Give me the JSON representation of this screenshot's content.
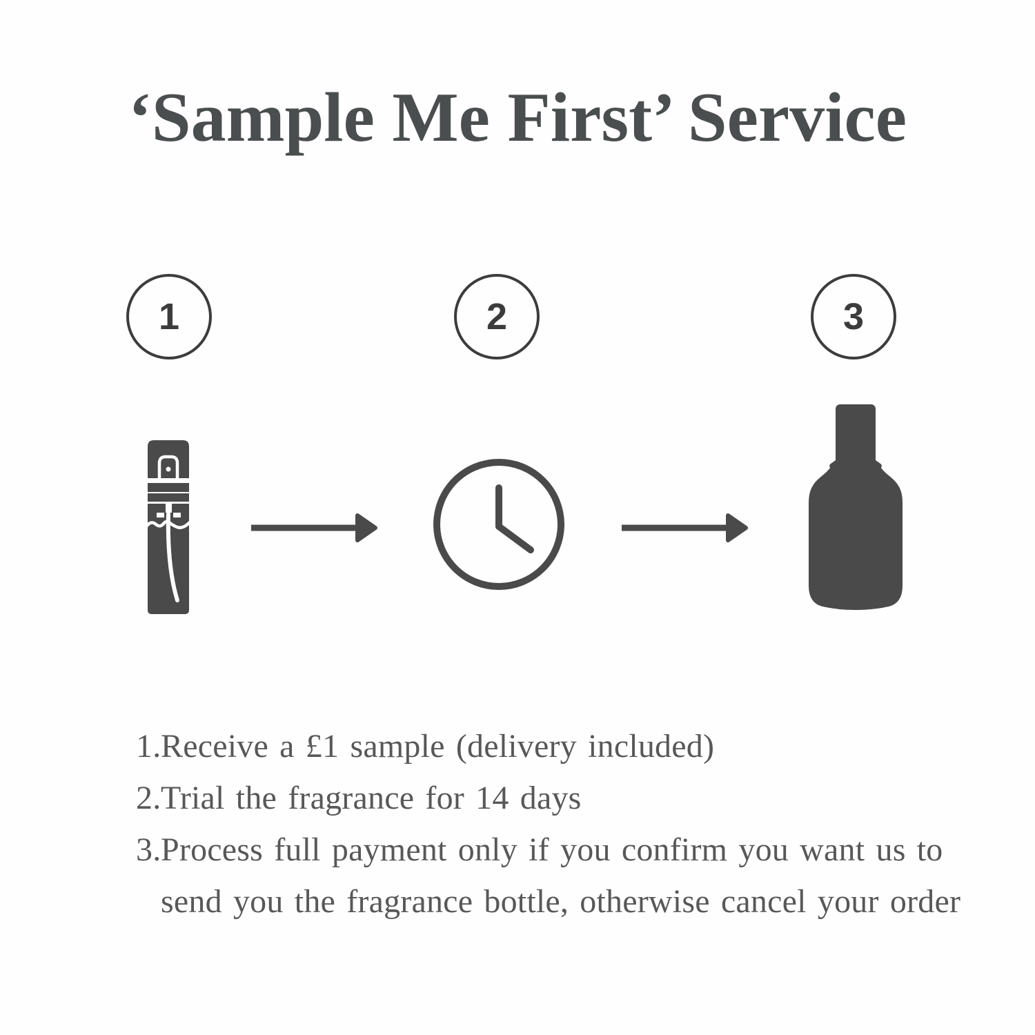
{
  "title": "‘Sample Me First’ Service",
  "colors": {
    "bg": "#fefefe",
    "ink": "#4a4a4a",
    "ink-dark": "#3c3c3c",
    "title": "#4b4e4f",
    "text": "#585858"
  },
  "steps": [
    {
      "number": "1",
      "icon": "sample-vial-icon"
    },
    {
      "number": "2",
      "icon": "clock-icon"
    },
    {
      "number": "3",
      "icon": "fragrance-bottle-icon"
    }
  ],
  "instructions": [
    {
      "num": "1.",
      "text": "Receive a £1 sample (delivery included)"
    },
    {
      "num": "2.",
      "text": "Trial the fragrance for 14 days"
    },
    {
      "num": "3.",
      "text": "Process full payment only if you confirm you want us to\nsend you the fragrance bottle, otherwise cancel your order"
    }
  ]
}
